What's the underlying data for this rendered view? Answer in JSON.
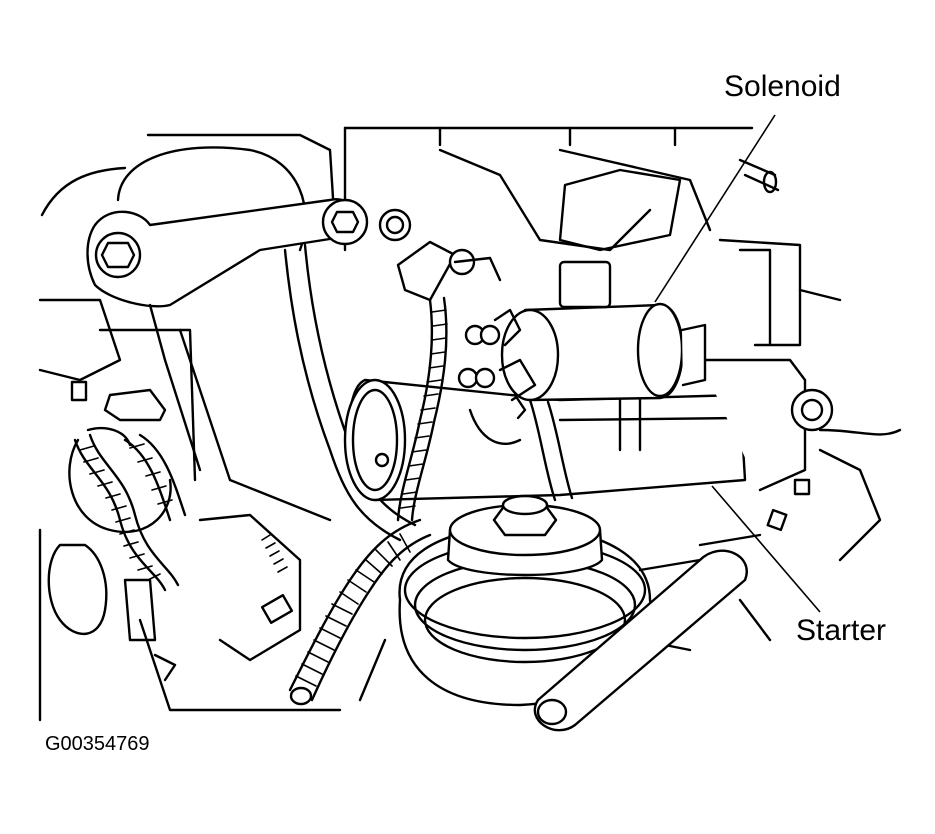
{
  "labels": {
    "solenoid": "Solenoid",
    "starter": "Starter",
    "figure_id": "G00354769"
  },
  "colors": {
    "ink": "#000000",
    "paper": "#ffffff"
  }
}
